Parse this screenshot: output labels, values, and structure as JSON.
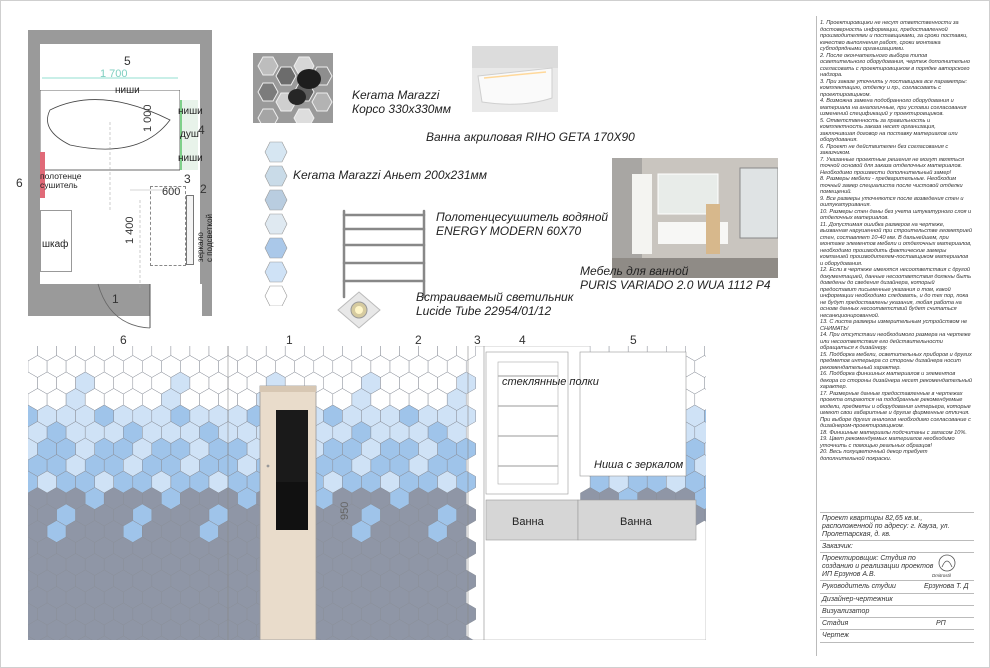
{
  "plan": {
    "dim_5": "5",
    "dim_1700": "1 700",
    "dim_1000": "1 000",
    "dim_1400": "1 400",
    "dim_600": "600",
    "dim_2": "2",
    "dim_3": "3",
    "dim_4": "4",
    "dim_6": "6",
    "dim_1": "1",
    "label_top_niche": "ниши",
    "label_niche_right1": "ниши",
    "label_shower": "душ",
    "label_niche_right2": "ниши",
    "label_towel": "полотенце\nсушитель",
    "label_cabinet": "шкаф",
    "label_mirror": "зеркало\nс подсветкой"
  },
  "products": {
    "tile1": "Kerama Marazzi\nКорсо 330х330мм",
    "bath": "Ванна акриловая RIHO GETA 170X90",
    "tile2": "Kerama Marazzi Аньет 200х231мм",
    "towel": "Полотенцесушитель водяной\nENERGY MODERN 60X70",
    "furniture": "Мебель для ванной\nPURIS VARIADO 2.0 WUA 1112 P4",
    "light": "Встраиваемый светильник\nLucide Tube 22954/01/12"
  },
  "elevation": {
    "w6": "6",
    "w1": "1",
    "w2": "2",
    "w3": "3",
    "w4": "4",
    "w5": "5",
    "glass_shelves": "стеклянные полки",
    "niche_mirror": "Ниша с зеркалом",
    "bath_left": "Ванна",
    "bath_right": "Ванна",
    "dim_950": "950"
  },
  "notes": [
    "1. Проектировщики не несут ответственности за достоверность информации, предоставленной производителями и поставщиками, за сроки поставки, качество выполнения работ, сроки монтажа субподрядными организациями.",
    "2. После окончательного выбора типов осветительного оборудования, чертеж дополнительно согласовать с проектировщиком в порядке авторского надзора.",
    "3. При заказе уточнить у поставщика все параметры: комплектацию, отделку и пр., согласовать с проектировщиком.",
    "4. Возможна замена подобранного оборудования и материала на аналогичные, при условии согласования изменений спецификаций у проектировщиков.",
    "5. Ответственность за правильность и комплектность заказа несет организация, заключившая договор на поставку материалов или оборудования.",
    "6. Проект не действителен без согласования с заказчиком.",
    "7. Указанные проектные решения не могут являться точной основой для заказа отделочных материалов. Необходимо произвести дополнительный замер!",
    "8. Размеры мебели - предварительные. Необходим точный замер специалиста после чистовой отделки помещений.",
    "9. Все размеры уточняются после возведения стен и оштукатуривания.",
    "10. Размеры стен даны без учета штукатурного слоя и отделочных материалов.",
    "11. Допустимая ошибка размеров на чертеже, вызванная нарушенной при строительстве геометрией стен, составляет 10-40 мм. В дальнейшем, при монтаже элементов мебели и отделочных материалов, необходимо производить фактические замеры компанией производителем-поставщиком материалов и оборудования.",
    "12. Если в чертеже имеются несоответствия с другой документацией, данные несоответствия должны быть доведены до сведения дизайнера, который предоставит письменные указания о том, какой информации необходимо следовать, и до тех пор, пока не будут предоставлены указания, любая работа на основе данных несоответствий будет считаться несанкционированной.",
    "13. С листа размеры измерительным устройством не СНИМАТЬ!",
    "14. При отсутствии необходимого размера на чертеже или несоответствия его действительности обращаться к дизайнеру.",
    "15. Подборка мебели, осветительных приборов и других предметов интерьера со стороны дизайнера носит рекомендательный характер.",
    "16. Подборка финишных материалов и элементов декора со стороны дизайнера несет рекомендательный характер.",
    "17. Размерные данные предоставленные в чертежах проекта опираются на подобранные рекомендуемые модели, предметы и оборудования интерьера, которые имеют свои габаритные и другие фирменные отличия. При выборе других аналогов необходимо согласование с дизайнером-проектировщиком.",
    "18. Финишные материалы подсчитаны с запасом 10%.",
    "19. Цвет рекомендуемых материалов необходимо уточнить с помощью реальных образцов!",
    "20. Весь полуцветочный декор требует дополнительной покраски."
  ],
  "title_block": {
    "project": "Проект квартиры 82,65 кв.м., расположенной по адресу: г. Кауза, ул. Пролетарская, д. кв.",
    "customer": "Заказчик:",
    "designer": "Проектировщик: Студия по созданию и реализации проектов ИП Ерзунов А.В.",
    "logo_text": "Dmitrostil",
    "head": "Руководитель студии",
    "head_name": "Ерзунова Т. Д",
    "drafter": "Дизайнер-чертежник",
    "visualizer": "Визуализатор",
    "stage": "Стадия",
    "stage_value": "РП",
    "drawing": "Чертеж"
  },
  "colors": {
    "tile_white": "#ffffff",
    "tile_light_blue": "#cfe2f6",
    "tile_blue": "#9fc4ea",
    "tile_gray": "#8f96a6",
    "towel_red": "#e06a78",
    "door_beige": "#e9dccb"
  }
}
